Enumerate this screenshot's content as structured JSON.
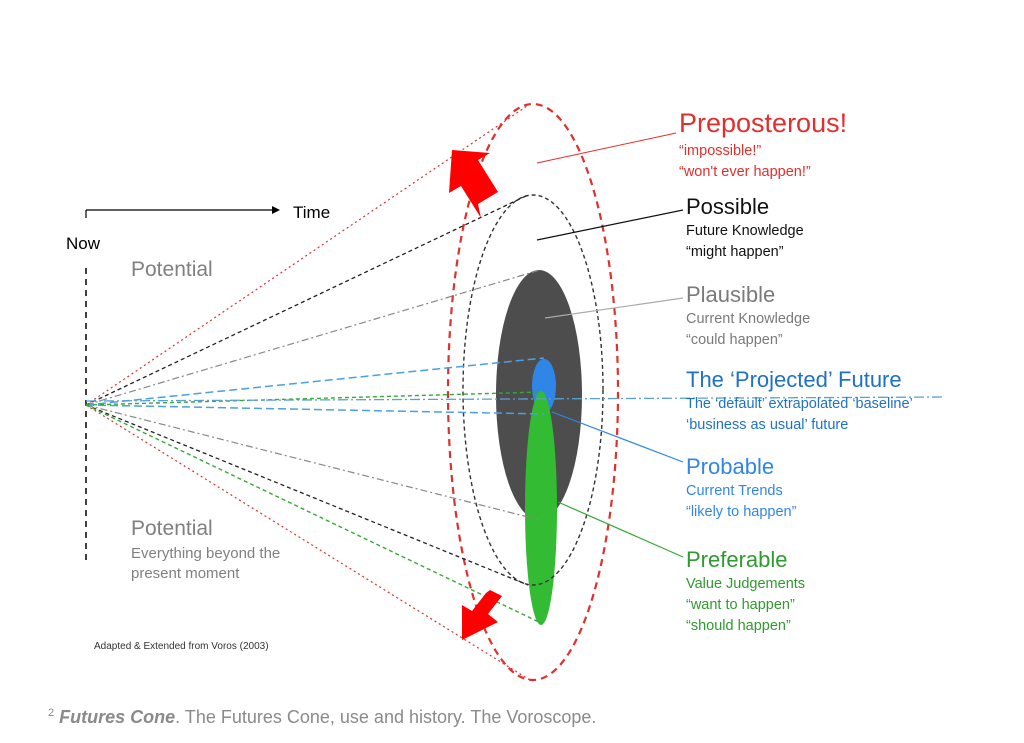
{
  "axis": {
    "now_label": "Now",
    "time_label": "Time"
  },
  "left_labels": {
    "potential_top": "Potential",
    "potential_bottom": "Potential",
    "potential_bottom_sub": "Everything beyond the present moment"
  },
  "categories": [
    {
      "key": "preposterous",
      "title": "Preposterous!",
      "lines": [
        "“impossible!”",
        "“won't ever happen!”"
      ],
      "color": "#e0302d"
    },
    {
      "key": "possible",
      "title": "Possible",
      "lines": [
        "Future Knowledge",
        "“might happen”"
      ],
      "color": "#111111"
    },
    {
      "key": "plausible",
      "title": "Plausible",
      "lines": [
        "Current Knowledge",
        "“could happen”"
      ],
      "color": "#7a7a7a"
    },
    {
      "key": "projected",
      "title": "The ‘Projected’ Future",
      "lines": [
        "The ‘default’ extrapolated ‘baseline’",
        "‘business as usual’ future"
      ],
      "color": "#1e72c6"
    },
    {
      "key": "probable",
      "title": "Probable",
      "lines": [
        "Current Trends",
        "“likely to happen”"
      ],
      "color": "#2f86e6"
    },
    {
      "key": "preferable",
      "title": "Preferable",
      "lines": [
        "Value Judgements",
        "“want to happen”",
        "“should happen”"
      ],
      "color": "#2f9a2f"
    }
  ],
  "attribution": "Adapted & Extended from Voros (2003)",
  "caption": {
    "number": "2",
    "bold": "Futures Cone",
    "rest": ". The Futures Cone, use and history. The Voroscope."
  },
  "colors": {
    "preposterous": "#e0302d",
    "possible": "#333333",
    "plausible": "#4d4d4d",
    "projected": "#2f86e6",
    "preferable": "#33bb33",
    "arrow": "#ff0000"
  }
}
